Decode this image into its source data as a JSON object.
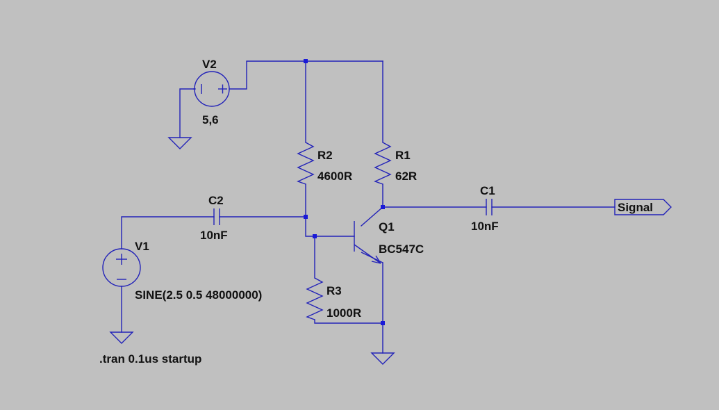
{
  "components": {
    "v2": {
      "name": "V2",
      "value": "5,6"
    },
    "v1": {
      "name": "V1",
      "value": "SINE(2.5 0.5 48000000)"
    },
    "r1": {
      "name": "R1",
      "value": "62R"
    },
    "r2": {
      "name": "R2",
      "value": "4600R"
    },
    "r3": {
      "name": "R3",
      "value": "1000R"
    },
    "c1": {
      "name": "C1",
      "value": "10nF"
    },
    "c2": {
      "name": "C2",
      "value": "10nF"
    },
    "q1": {
      "name": "Q1",
      "value": "BC547C"
    }
  },
  "net_label": "Signal",
  "directive": ".tran 0.1us startup",
  "colors": {
    "background": "#c0c0c0",
    "wire": "#2222b8",
    "junction": "#1a1ad8",
    "text": "#111111"
  }
}
